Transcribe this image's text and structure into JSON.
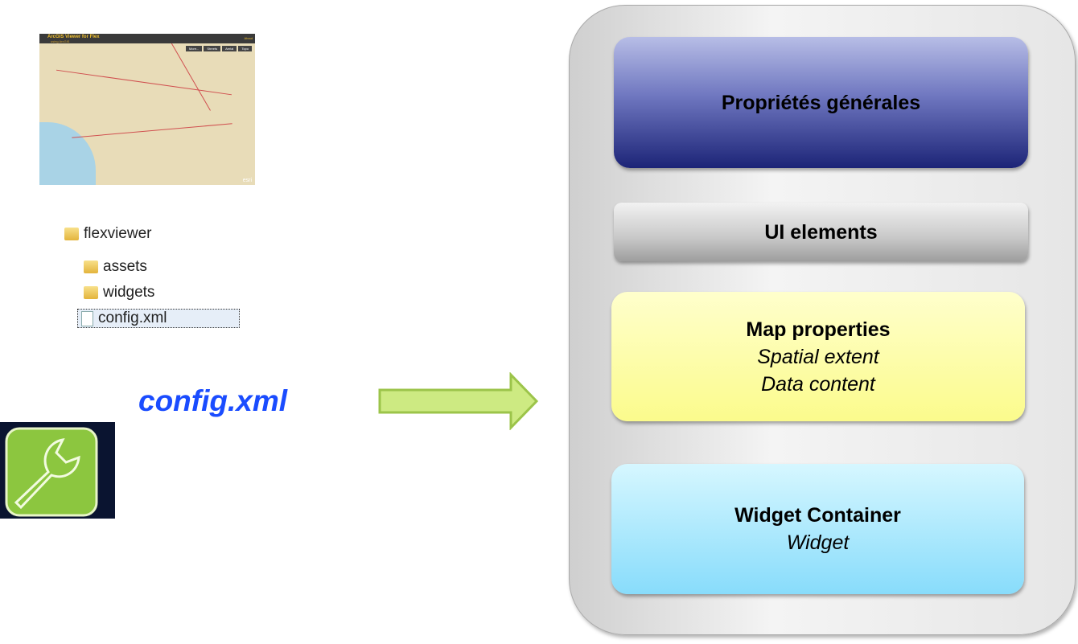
{
  "map_thumbnail": {
    "title": "ArcGIS Viewer for Flex",
    "subtitle": "using ArcGIS",
    "about": "About",
    "buttons": [
      "More...",
      "Streets",
      "Aerial",
      "Topo"
    ],
    "logo": "esri"
  },
  "folder_tree": {
    "root": "flexviewer",
    "children": [
      "assets",
      "widgets",
      "config.xml"
    ]
  },
  "config_label": "config.xml",
  "panel": {
    "general": {
      "title": "Propriétés générales"
    },
    "ui": {
      "title": "UI elements"
    },
    "map": {
      "title": "Map properties",
      "lines": [
        "Spatial extent",
        "Data content"
      ]
    },
    "widget": {
      "title": "Widget Container",
      "lines": [
        "Widget"
      ]
    }
  },
  "colors": {
    "config_text": "#1a4cff",
    "arrow": "#c8e878",
    "wrench": "#8cc63f"
  }
}
